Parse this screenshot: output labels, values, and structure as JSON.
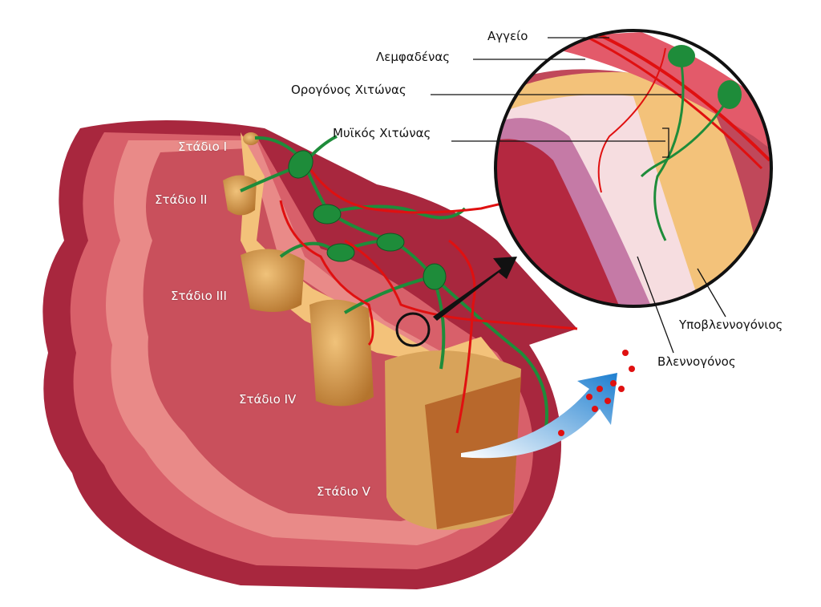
{
  "colors": {
    "colon_outer": "#b83a4b",
    "colon_inner": "#e07a7c",
    "serosa": "#f3c27a",
    "tumor": "#c98a3c",
    "lymph": "#1e8c3a",
    "vessel": "#e01010",
    "mucosa": "#c57aa6",
    "submucosa": "#f6dde0"
  },
  "labels": {
    "vessel": "Αγγείο",
    "lymph_node": "Λεμφαδένας",
    "serosa": "Ορογόνος Χιτώνας",
    "muscularis": "Μυϊκός Χιτώνας",
    "submucosa": "Υποβλεννογόνιος",
    "mucosa": "Βλεννογόνος"
  },
  "stages": [
    "Στάδιο I",
    "Στάδιο II",
    "Στάδιο III",
    "Στάδιο IV",
    "Στάδιο V"
  ]
}
